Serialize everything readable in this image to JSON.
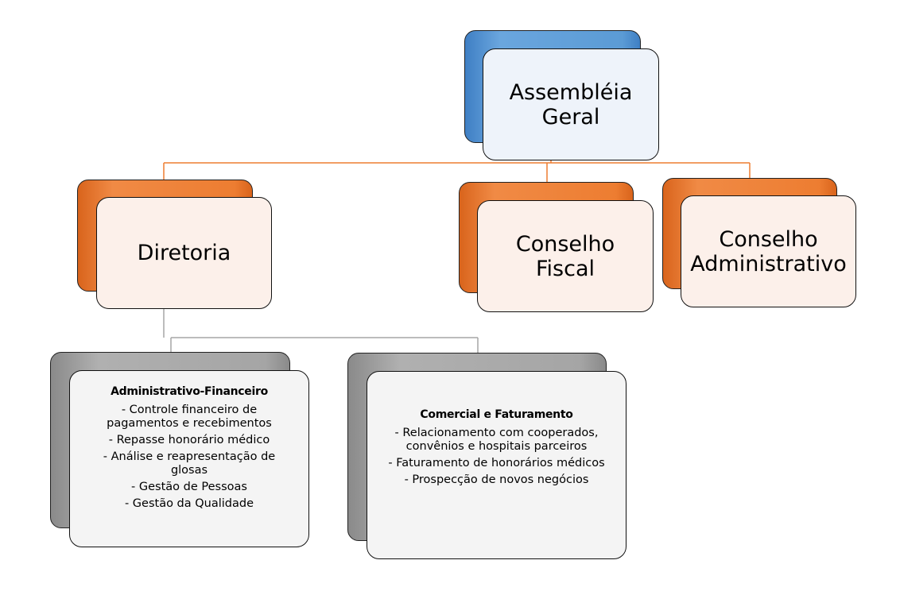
{
  "colors": {
    "assembly": "#5b9bd5",
    "board": "#ed7d31",
    "departments": "#a5a5a5",
    "connector_top": "#ed7d31",
    "connector_bottom": "#a5a5a5"
  },
  "nodes": {
    "assembleia": {
      "title_line1": "Assembléia",
      "title_line2": "Geral"
    },
    "diretoria": {
      "title": "Diretoria"
    },
    "conselho_fiscal": {
      "title_line1": "Conselho",
      "title_line2": "Fiscal"
    },
    "conselho_adm": {
      "title_line1": "Conselho",
      "title_line2": "Administrativo"
    },
    "adm_fin": {
      "title": "Administrativo-Financeiro",
      "items": [
        "- Controle financeiro de pagamentos e recebimentos",
        "- Repasse honorário médico",
        "- Análise e reapresentação de glosas",
        "- Gestão de Pessoas",
        "- Gestão da Qualidade"
      ]
    },
    "comercial": {
      "title": "Comercial e Faturamento",
      "items": [
        "- Relacionamento  com cooperados, convênios e hospitais parceiros",
        "- Faturamento de honorários médicos",
        "- Prospecção de novos negócios"
      ]
    }
  }
}
